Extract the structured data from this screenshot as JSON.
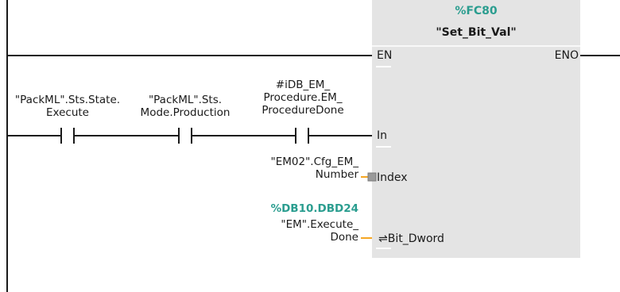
{
  "block": {
    "address": "%FC80",
    "name": "\"Set_Bit_Val\"",
    "pins": {
      "en": "EN",
      "eno": "ENO",
      "in": "In",
      "index": "Index",
      "bit_dword": "Bit_Dword",
      "inout_symbol": "⇌"
    }
  },
  "contacts": [
    {
      "line1": "\"PackML\".Sts.State.",
      "line2": "Execute"
    },
    {
      "line1": "\"PackML\".Sts.",
      "line2": "Mode.Production"
    },
    {
      "line1": "#iDB_EM_",
      "line2": "Procedure.EM_",
      "line3": "ProcedureDone"
    }
  ],
  "operands": {
    "index": {
      "line1": "\"EM02\".Cfg_EM_",
      "line2": "Number"
    },
    "bit_dword": {
      "address": "%DB10.DBD24",
      "line1": "\"EM\".Execute_",
      "line2": "Done"
    }
  },
  "colors": {
    "block_fill": "#e4e4e4",
    "wire": "#1a1a1a",
    "teal_text": "#2a9d8f",
    "operand_wire": "#f5a623"
  }
}
